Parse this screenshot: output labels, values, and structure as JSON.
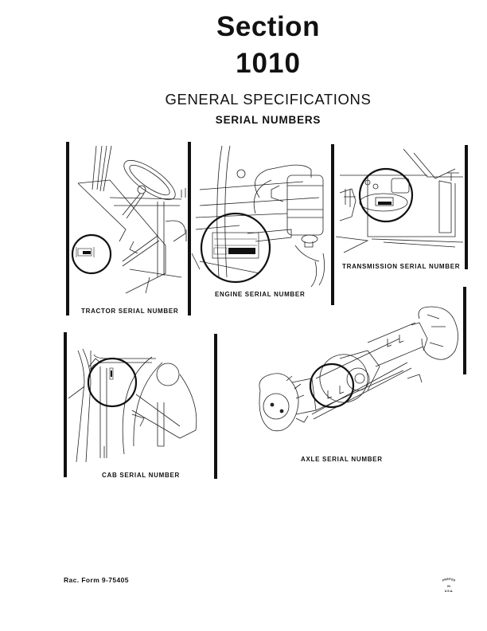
{
  "header": {
    "section_label": "Section",
    "section_number": "1010",
    "title": "GENERAL SPECIFICATIONS",
    "subtitle": "SERIAL NUMBERS"
  },
  "figures": [
    {
      "id": "tractor",
      "caption": "TRACTOR SERIAL NUMBER"
    },
    {
      "id": "engine",
      "caption": "ENGINE SERIAL NUMBER"
    },
    {
      "id": "transmission",
      "caption": "TRANSMISSION SERIAL NUMBER"
    },
    {
      "id": "cab",
      "caption": "CAB SERIAL NUMBER"
    },
    {
      "id": "axle",
      "caption": "AXLE SERIAL NUMBER"
    }
  ],
  "footer": {
    "form_number": "Rac. Form 9-75405",
    "printed_stamp": {
      "line1": "PRINTED",
      "line2": "IN",
      "line3": "U.S.A."
    }
  },
  "colors": {
    "ink": "#111111",
    "paper": "#ffffff"
  }
}
